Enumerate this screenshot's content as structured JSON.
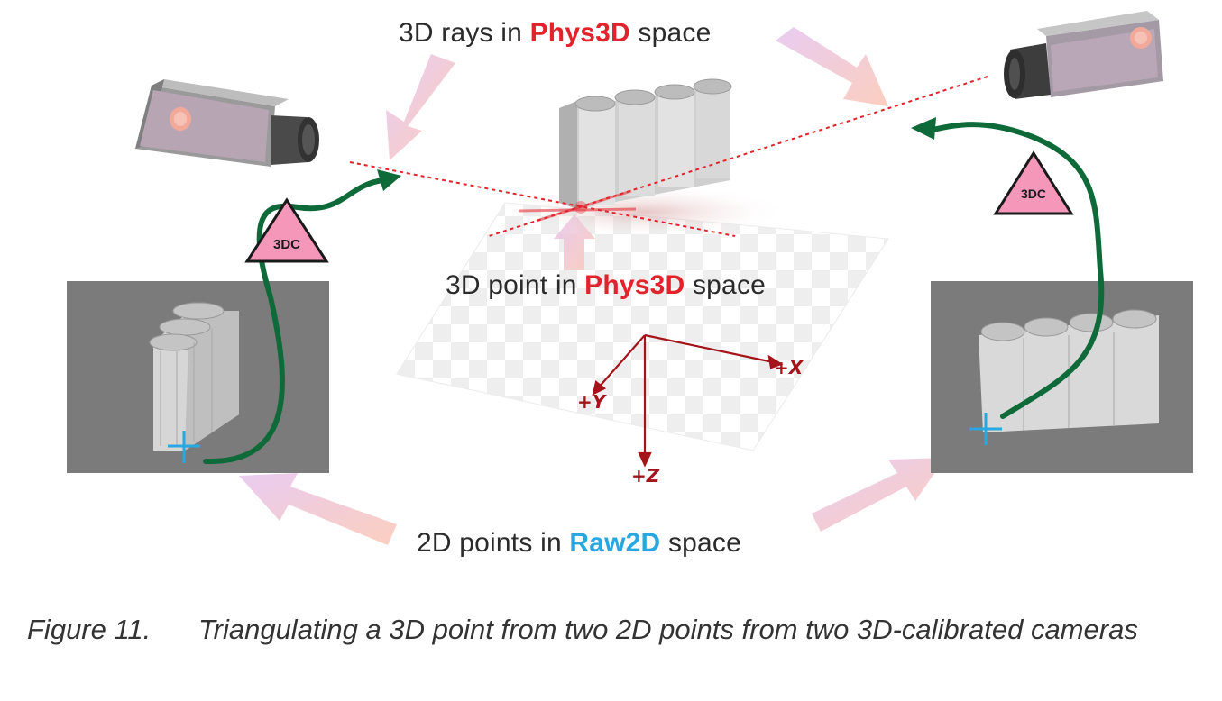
{
  "labels": {
    "rays_pre": "3D rays in ",
    "rays_em": "Phys3D",
    "rays_post": " space",
    "point_pre": "3D point in ",
    "point_em": "Phys3D",
    "point_post": " space",
    "points2d_pre": "2D points in ",
    "points2d_em": "Raw2D",
    "points2d_post": " space",
    "badge_left": "3DC",
    "badge_right": "3DC"
  },
  "axes": {
    "x": "+X",
    "y": "+Y",
    "z": "+Z"
  },
  "caption": {
    "number": "Figure 11.",
    "text": "Triangulating a 3D point from two 2D points from two 3D-calibrated cameras"
  },
  "colors": {
    "phys3d": "#e3232c",
    "raw2d": "#27a8e0",
    "path": "#0f6a3a",
    "badge": "#f497b8",
    "axes": "#a3141b",
    "panel": "#7b7b7b",
    "arrow": "#fbcdbd"
  }
}
